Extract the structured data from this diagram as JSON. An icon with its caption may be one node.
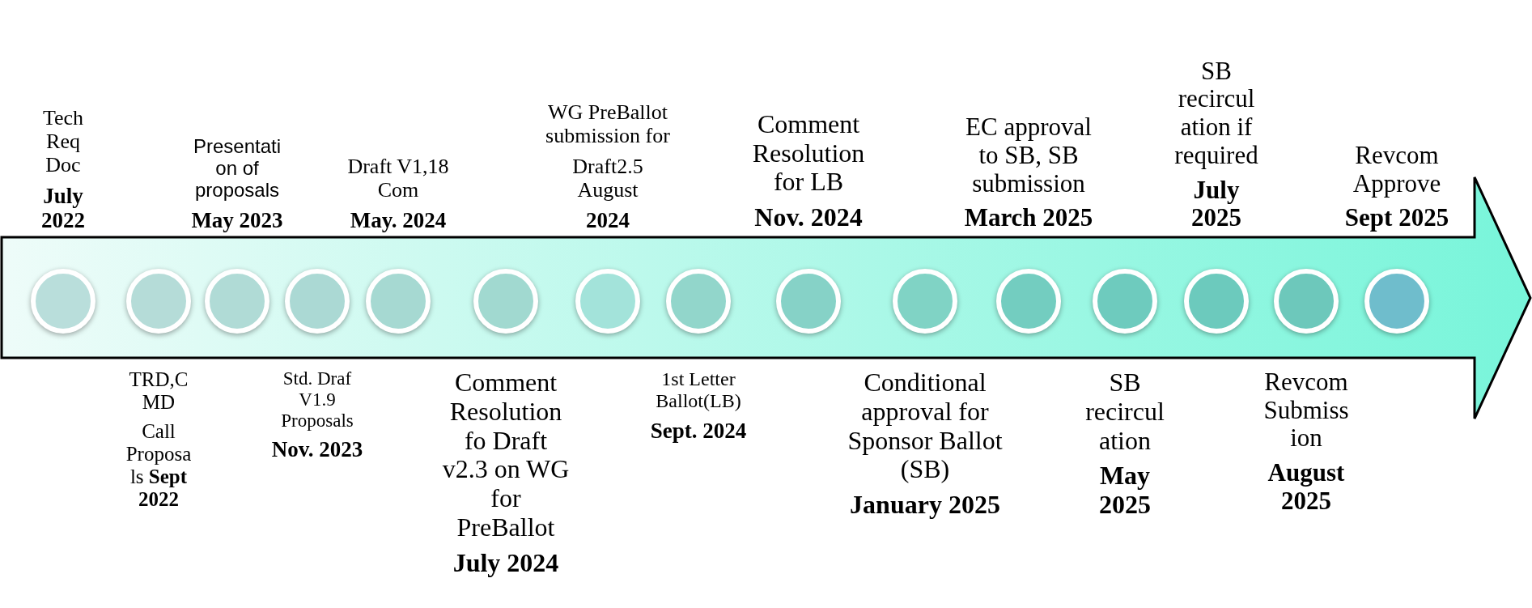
{
  "diagram": {
    "nodes": [
      {
        "text": [],
        "shape": "arrow"
      },
      {
        "text": [],
        "shape": "circle",
        "in": 0,
        "beside": [
          "Tech Req Doc",
          "July 2022"
        ]
      },
      {
        "text": [],
        "shape": "circle",
        "in": 0,
        "beside": [
          "TRD,C MD",
          "Call Proposa ls **Sept 2022**"
        ]
      },
      {
        "text": [],
        "shape": "circle",
        "in": 0,
        "beside": [
          "Presentati on of proposals",
          "May 2023"
        ]
      },
      {
        "text": [],
        "shape": "circle",
        "in": 0,
        "beside": [
          "Std. Draf V1.9 Proposals",
          "Nov. 2023"
        ]
      },
      {
        "text": [],
        "shape": "circle",
        "in": 0,
        "beside": [
          "Draft V1,18 Com",
          "May. 2024"
        ]
      },
      {
        "text": [],
        "shape": "circle",
        "in": 0,
        "beside": [
          "Comment Resolution fo Draft v2.3 on WG for PreBallot",
          "July 2024"
        ]
      },
      {
        "text": [],
        "shape": "circle",
        "in": 0,
        "beside": [
          "WG PreBallot submission for",
          "Draft2.5 August",
          "2024"
        ]
      },
      {
        "text": [],
        "shape": "circle",
        "in": 0,
        "beside": [
          "1st Letter Ballot(LB)",
          "Sept. 2024"
        ]
      },
      {
        "text": [],
        "shape": "circle",
        "in": 0,
        "beside": [
          "Comment Resolution for LB",
          "Nov. 2024"
        ]
      },
      {
        "text": [],
        "shape": "circle",
        "in": 0,
        "beside": [
          "Conditional approval for Sponsor Ballot (SB)",
          "January 2025"
        ]
      },
      {
        "text": [],
        "shape": "circle",
        "in": 0,
        "beside": [
          "EC approval to SB, SB submission",
          "March 2025"
        ]
      },
      {
        "text": [],
        "shape": "circle",
        "in": 0,
        "beside": [
          "SB recircul ation",
          "May 2025"
        ]
      },
      {
        "text": [],
        "shape": "circle",
        "in": 0,
        "beside": [
          "SB recircul ation if required",
          "July 2025"
        ]
      },
      {
        "text": [],
        "shape": "circle",
        "in": 0,
        "beside": [
          "Revcom Submiss ion",
          "August 2025"
        ]
      },
      {
        "text": [],
        "shape": "circle",
        "in": 0,
        "beside": [
          "Revcom Approve",
          "Sept 2025"
        ]
      }
    ]
  }
}
